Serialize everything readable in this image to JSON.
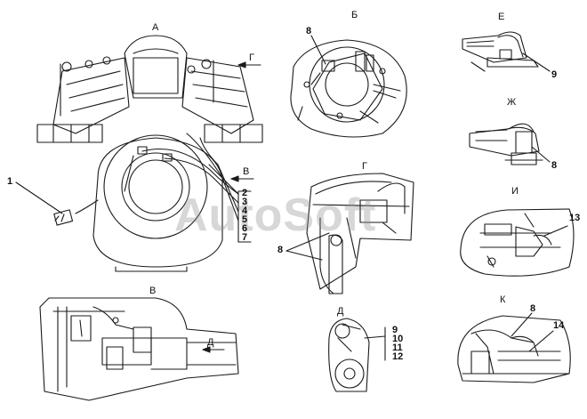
{
  "watermark": "AutoSoft",
  "views": {
    "A": "А",
    "B": "Б",
    "E": "Е",
    "Zh": "Ж",
    "G": "Г",
    "V": "В",
    "I": "И",
    "D": "Д",
    "K": "К"
  },
  "direction_labels": {
    "G": "Г",
    "V": "В",
    "D": "Д"
  },
  "callouts": {
    "c1": "1",
    "c2": "2",
    "c3": "3",
    "c4": "4",
    "c5": "5",
    "c6": "6",
    "c7": "7",
    "c8_b": "8",
    "c8_zh": "8",
    "c8_g": "8",
    "c8_k": "8",
    "c9_e": "9",
    "c9": "9",
    "c10": "10",
    "c11": "11",
    "c12": "12",
    "c13": "13",
    "c14": "14"
  },
  "colors": {
    "line": "#1a1a1a",
    "paper": "#ffffff",
    "watermark": "#8c8c8c"
  }
}
